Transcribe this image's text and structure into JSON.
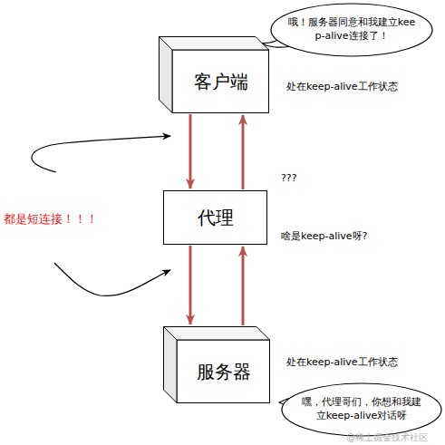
{
  "diagram": {
    "nodes": [
      {
        "text": [
          "哦！服务器同意和我建立keep-alive连接了！"
        ]
      },
      {
        "text": [
          "客户端"
        ]
      },
      {
        "text": [
          "代理"
        ]
      },
      {
        "text": [
          "服务器"
        ]
      },
      {
        "text": [
          "嘿，代理哥们，你想和我建立keep-alive对话呀"
        ]
      }
    ],
    "edges": [
      {
        "from": 1,
        "to": 2,
        "arrow": "to"
      },
      {
        "from": 2,
        "to": 1,
        "arrow": "to"
      },
      {
        "from": 2,
        "to": 3,
        "arrow": "to"
      },
      {
        "from": 3,
        "to": 2,
        "arrow": "to"
      }
    ],
    "labels": [
      "处在keep-alive工作状态",
      "???",
      "都是短连接！！！",
      "啥是keep-alive呀?",
      "处在keep-alive工作状态",
      "@稀土掘金技术社区"
    ]
  }
}
